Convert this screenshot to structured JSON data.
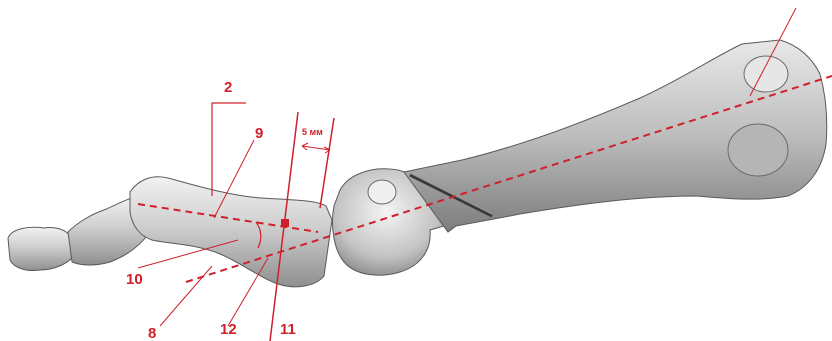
{
  "figure": {
    "colors": {
      "annotation": "#d0202a",
      "bone_fill": "#d9d9d9",
      "bone_shadow": "#8c8c8c",
      "bone_outline": "#5a5a5a",
      "wire": "#3a3a3a"
    },
    "labels": {
      "label_2": "2",
      "label_9": "9",
      "label_10": "10",
      "label_8": "8",
      "label_12": "12",
      "label_11": "11",
      "measure": "5 мм"
    }
  }
}
